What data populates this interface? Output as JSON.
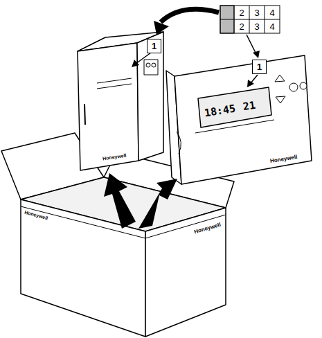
{
  "diagram": {
    "nodes": [
      {
        "text": [
          "1"
        ]
      },
      {
        "text": [
          "1"
        ]
      }
    ],
    "labels": [
      "2",
      "3",
      "4",
      "2",
      "3",
      "4",
      "18:45",
      "21",
      "Honeywell",
      "Honeywell",
      "Honeywell",
      "Honeywell"
    ]
  }
}
